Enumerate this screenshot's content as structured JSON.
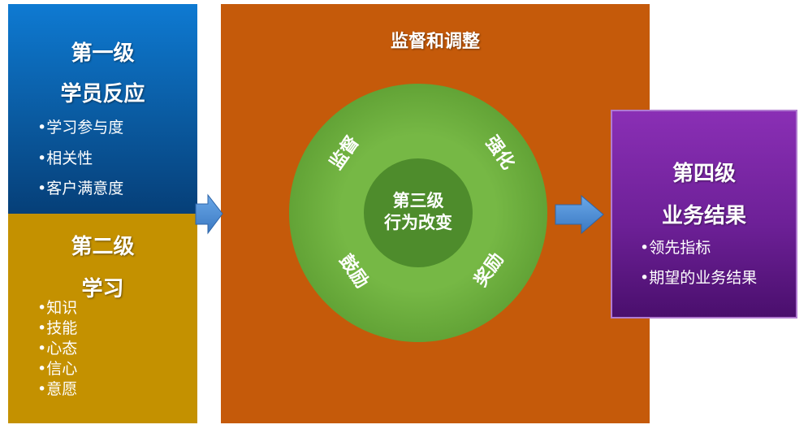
{
  "level1": {
    "title": "第一级",
    "subtitle": "学员反应",
    "items": [
      "•学习参与度",
      "•相关性",
      "•客户满意度"
    ]
  },
  "level2": {
    "title": "第二级",
    "subtitle": "学习",
    "items": [
      "•知识",
      "•技能",
      "•心态",
      "•信心",
      "•意愿"
    ]
  },
  "center": {
    "title": "监督和调整",
    "ring_labels": {
      "top_left": "监督",
      "top_right": "强化",
      "bottom_left": "鼓励",
      "bottom_right": "奖励"
    },
    "core_line1": "第三级",
    "core_line2": "行为改变"
  },
  "level4": {
    "title": "第四级",
    "subtitle": "业务结果",
    "items": [
      "•领先指标",
      "•期望的业务结果"
    ]
  },
  "colors": {
    "level1": "#0a5aa0",
    "level2": "#c49100",
    "center": "#c55a0a",
    "ring": "#6cad3f",
    "core": "#4b8a2a",
    "level4": "#6d2097",
    "arrow": "#4f8fd6"
  }
}
